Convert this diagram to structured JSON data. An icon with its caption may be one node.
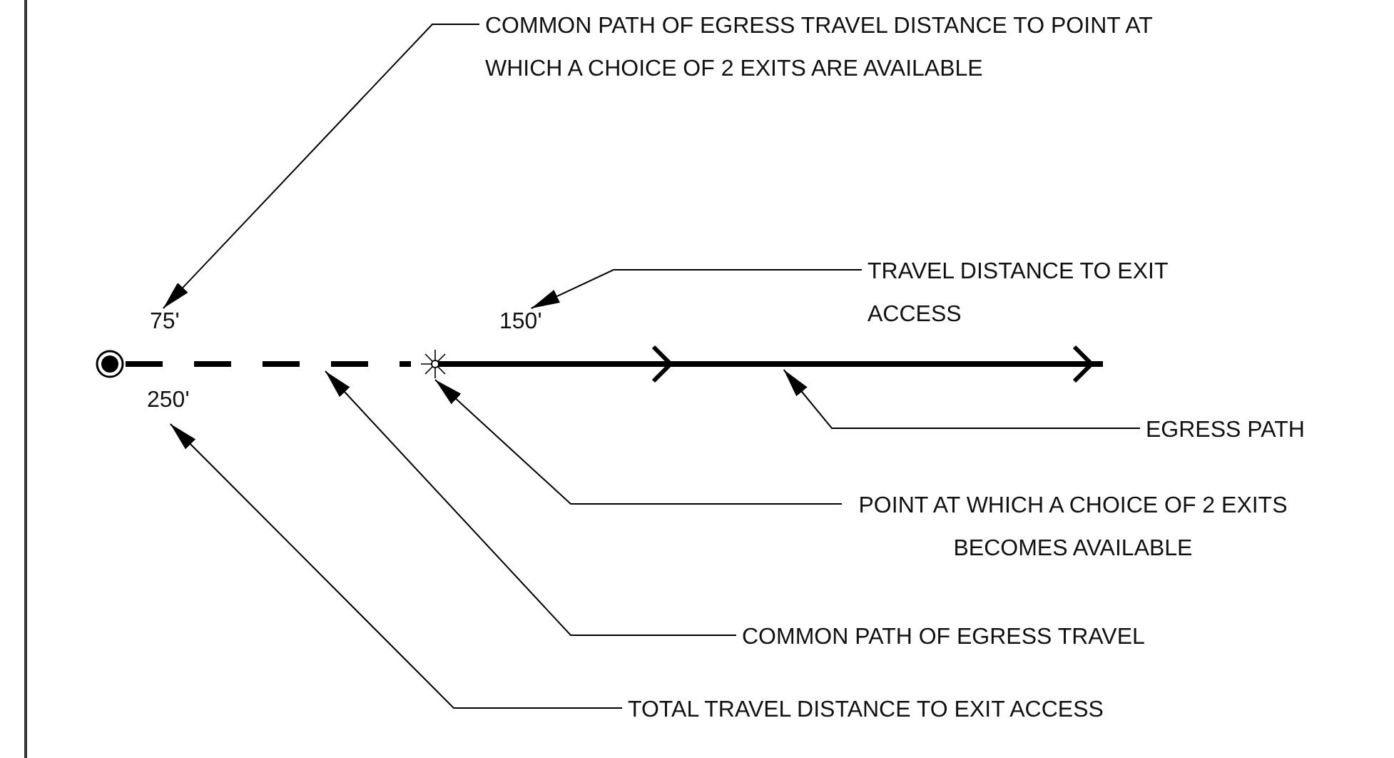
{
  "diagram": {
    "nodes": [
      {
        "text": [
          "COMMON PATH OF EGRESS TRAVEL DISTANCE TO POINT AT WHICH A CHOICE OF 2 EXITS ARE AVAILABLE"
        ]
      },
      {
        "text": [
          "75'"
        ]
      },
      {
        "text": [
          "TRAVEL DISTANCE TO EXIT ACCESS"
        ]
      },
      {
        "text": [
          "150'"
        ]
      },
      {
        "text": [
          "EGRESS PATH"
        ]
      },
      {
        "text": [
          "POINT AT WHICH A CHOICE OF 2 EXITS BECOMES AVAILABLE"
        ]
      },
      {
        "text": [
          "COMMON PATH OF EGRESS TRAVEL"
        ]
      },
      {
        "text": [
          "TOTAL TRAVEL DISTANCE TO EXIT ACCESS"
        ]
      },
      {
        "text": [
          "250'"
        ]
      },
      {
        "text": [],
        "shape": "line"
      },
      {
        "text": [],
        "shape": "star"
      },
      {
        "text": [],
        "shape": "line"
      }
    ],
    "edges": [
      {
        "from": 0,
        "to": 1,
        "arrow": "to"
      },
      {
        "from": 2,
        "to": 3,
        "arrow": "to"
      },
      {
        "from": 4,
        "to": 11,
        "arrow": "to"
      },
      {
        "from": 5,
        "to": 10,
        "arrow": "to"
      },
      {
        "from": 6,
        "to": 9,
        "arrow": "to"
      },
      {
        "from": 7,
        "to": 8,
        "arrow": "to"
      }
    ]
  }
}
